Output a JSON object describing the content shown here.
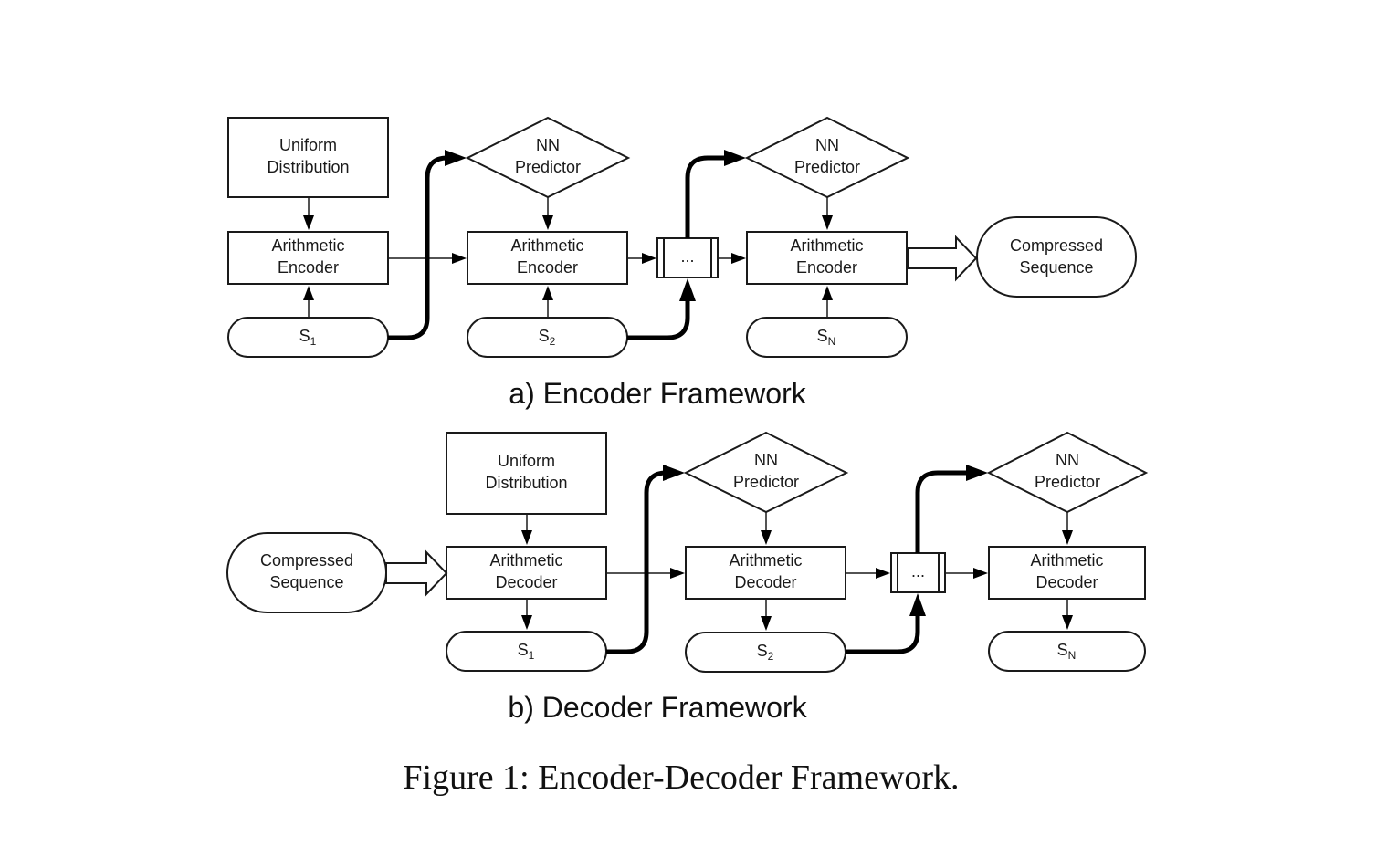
{
  "encoder": {
    "caption": "a) Encoder Framework",
    "uniform": [
      "Uniform",
      "Distribution"
    ],
    "nn_predictor": [
      "NN",
      "Predictor"
    ],
    "arithmetic": [
      "Arithmetic",
      "Encoder"
    ],
    "ellipsis": "...",
    "compressed": [
      "Compressed",
      "Sequence"
    ],
    "s1": {
      "base": "S",
      "sub": "1"
    },
    "s2": {
      "base": "S",
      "sub": "2"
    },
    "sn": {
      "base": "S",
      "sub": "N"
    }
  },
  "decoder": {
    "caption": "b) Decoder Framework",
    "uniform": [
      "Uniform",
      "Distribution"
    ],
    "nn_predictor": [
      "NN",
      "Predictor"
    ],
    "arithmetic": [
      "Arithmetic",
      "Decoder"
    ],
    "ellipsis": "...",
    "compressed": [
      "Compressed",
      "Sequence"
    ],
    "s1": {
      "base": "S",
      "sub": "1"
    },
    "s2": {
      "base": "S",
      "sub": "2"
    },
    "sn": {
      "base": "S",
      "sub": "N"
    }
  },
  "figure_caption": "Figure 1: Encoder-Decoder Framework."
}
